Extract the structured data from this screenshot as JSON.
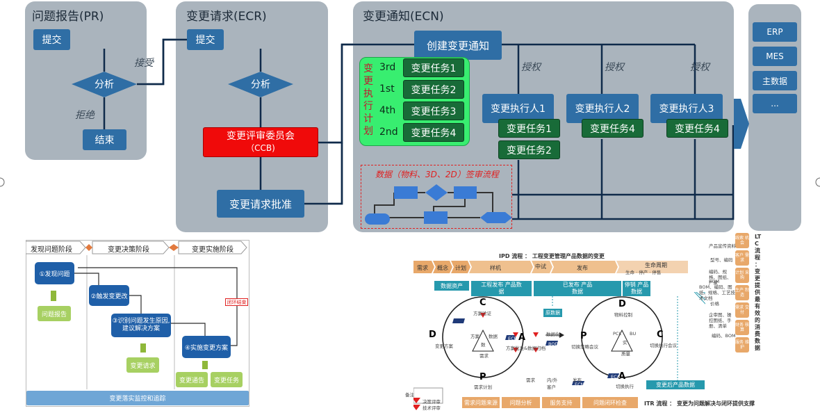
{
  "pr": {
    "title": "问题报告(PR)",
    "submit": "提交",
    "analyze": "分析",
    "accept": "接受",
    "reject": "拒绝",
    "end": "结束"
  },
  "ecr": {
    "title": "变更请求(ECR)",
    "submit": "提交",
    "analyze": "分析",
    "ccb_line1": "变更评审委员会",
    "ccb_line2": "（CCB)",
    "approve": "变更请求批准"
  },
  "ecn": {
    "title": "变更通知(ECN)",
    "create": "创建变更通知",
    "plan_label": [
      "变",
      "更",
      "执",
      "行",
      "计",
      "划"
    ],
    "plan": [
      {
        "order": "3rd",
        "task": "变更任务1"
      },
      {
        "order": "1st",
        "task": "变更任务2"
      },
      {
        "order": "4th",
        "task": "变更任务3"
      },
      {
        "order": "2nd",
        "task": "变更任务4"
      }
    ],
    "auth": "授权",
    "executors": [
      "变更执行人1",
      "变更执行人2",
      "变更执行人3"
    ],
    "exec_tasks": [
      "变更任务1",
      "变更任务2",
      "变更任务4",
      "变更任务4"
    ],
    "signoff": "数据（物料、3D、2D）签审流程"
  },
  "systems": [
    "ERP",
    "MES",
    "主数据",
    "..."
  ],
  "stages": {
    "headers": [
      "发现问题阶段",
      "变更决策阶段",
      "变更实施阶段"
    ],
    "discover": "①发现问题",
    "report": "问题报告",
    "trigger": "②触发变更改",
    "identify": "③识别问题发生原因,建议解决方案",
    "request": "变更请求",
    "implement": "④实施变更方案",
    "notice": "变更通告",
    "task": "变更任务",
    "closed": "闭环结束",
    "monitor": "变更落实监控和追踪"
  },
  "ipd": {
    "title": "IPD 流程 ： 工程变更管理产品数据的变更",
    "phases": [
      "需求",
      "概念",
      "计划",
      "样机",
      "中试",
      "发布",
      "生命周期"
    ],
    "lifecycle_sub": "生命 · 停产 · 停售",
    "bars": [
      "数据资产",
      "工程发布 产品数据",
      "已发布 产品数据",
      "停销 产品数据"
    ],
    "center": "原数据",
    "release": "数据化",
    "c1": {
      "C": "C",
      "C_sub": "方案验证",
      "D": "D",
      "D_sub": "变更方案",
      "A": "A",
      "A_sub": "方案批准&数据归档",
      "P": "P",
      "P_sub": "需求计划",
      "inner": [
        "方案",
        "数据",
        "数",
        "需求"
      ]
    },
    "c2": {
      "D": "D",
      "D_sub": "物料控制",
      "C": "C",
      "C_sub": "切换执行会议",
      "P": "P",
      "P_sub": "切换策略会议",
      "A": "A",
      "A_sub": "切换执行",
      "inner": [
        "PCL",
        "BU",
        "实",
        "质量"
      ]
    },
    "after": "变更后产品数据",
    "inout": "内/外 客户",
    "need": "需求",
    "pub": "发布",
    "legend_title": "备注",
    "legend": [
      "决策评审",
      "技术评审"
    ],
    "itr": [
      "需求问题来源",
      "问题分析",
      "服务支持",
      "问题闭环检查"
    ],
    "itr_title": "ITR 流程 ： 变更为问题解决与闭环提供支撑",
    "ltc_boxes": [
      "线索 机会",
      "客户 需求",
      "计划 采购",
      "生产 制造",
      "需求 交付",
      "财务 核算",
      "服务 维护"
    ],
    "ltc_title": "LTC 流程 ： 变更提供最有效的消费数据",
    "ltc_notes": [
      "产品宣传资料",
      "型号、编码",
      "编码、规格、图纸、厂家",
      "BOM",
      "BOM、编码、图纸、规格、工艺技术文档",
      "价格",
      "企审图、操控图纸、手册、清单",
      "编码、BOM"
    ],
    "stars": [
      "Star",
      "ECR",
      "ECN",
      "BOD",
      "ECA",
      "ECN"
    ]
  }
}
